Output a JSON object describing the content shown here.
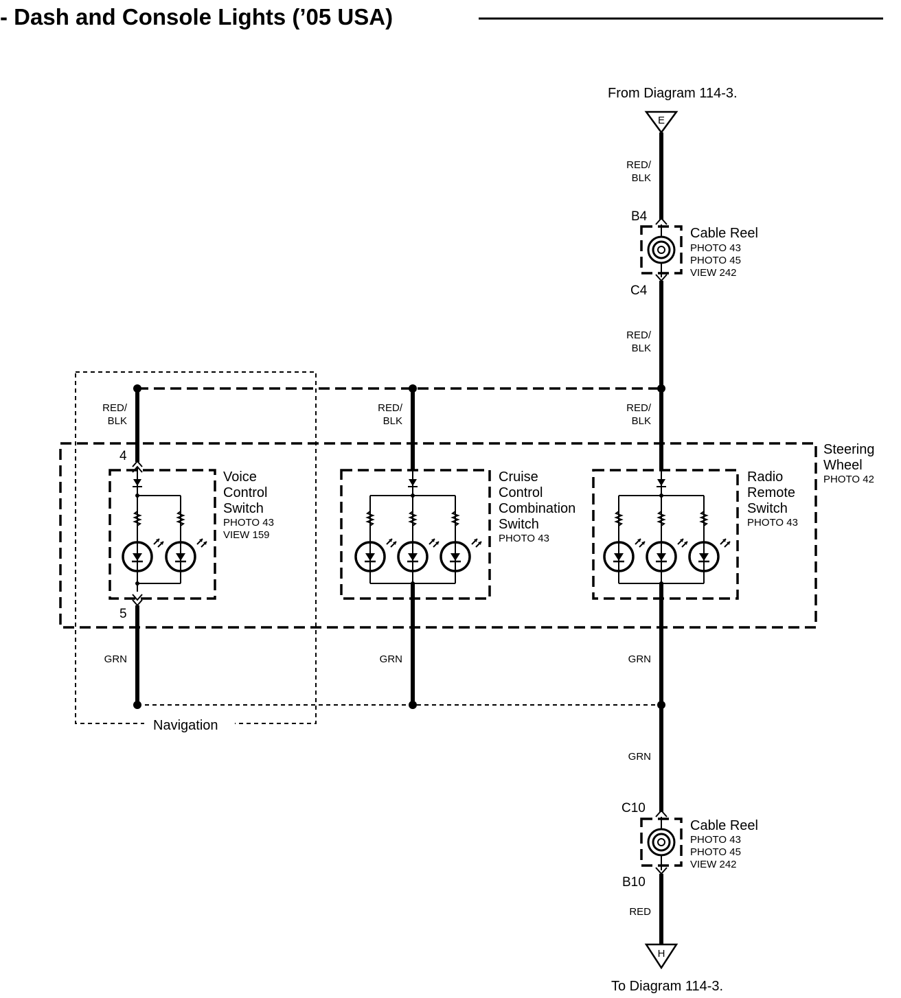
{
  "title": "- Dash and Console Lights (’05 USA)",
  "connectors": {
    "top": {
      "letter": "E",
      "label": "From Diagram 114-3."
    },
    "bottom": {
      "letter": "H",
      "label": "To Diagram 114-3."
    }
  },
  "cable_reel_top": {
    "name": "Cable Reel",
    "refs": [
      "PHOTO 43",
      "PHOTO 45",
      "VIEW 242"
    ],
    "pin_in": "B4",
    "pin_out": "C4"
  },
  "cable_reel_bottom": {
    "name": "Cable Reel",
    "refs": [
      "PHOTO 43",
      "PHOTO 45",
      "VIEW 242"
    ],
    "pin_in": "C10",
    "pin_out": "B10"
  },
  "steering_wheel": {
    "name": [
      "Steering",
      "Wheel"
    ],
    "ref": "PHOTO 42"
  },
  "navigation": {
    "name": "Navigation"
  },
  "switches": {
    "voice": {
      "name": [
        "Voice",
        "Control",
        "Switch"
      ],
      "refs": [
        "PHOTO 43",
        "VIEW 159"
      ],
      "pin_in": "4",
      "pin_out": "5"
    },
    "cruise": {
      "name": [
        "Cruise",
        "Control",
        "Combination",
        "Switch"
      ],
      "refs": [
        "PHOTO 43"
      ]
    },
    "radio": {
      "name": [
        "Radio",
        "Remote",
        "Switch"
      ],
      "refs": [
        "PHOTO 43"
      ]
    }
  },
  "wires": {
    "red_blk": [
      "RED/",
      "BLK"
    ],
    "grn": "GRN",
    "red": "RED"
  }
}
